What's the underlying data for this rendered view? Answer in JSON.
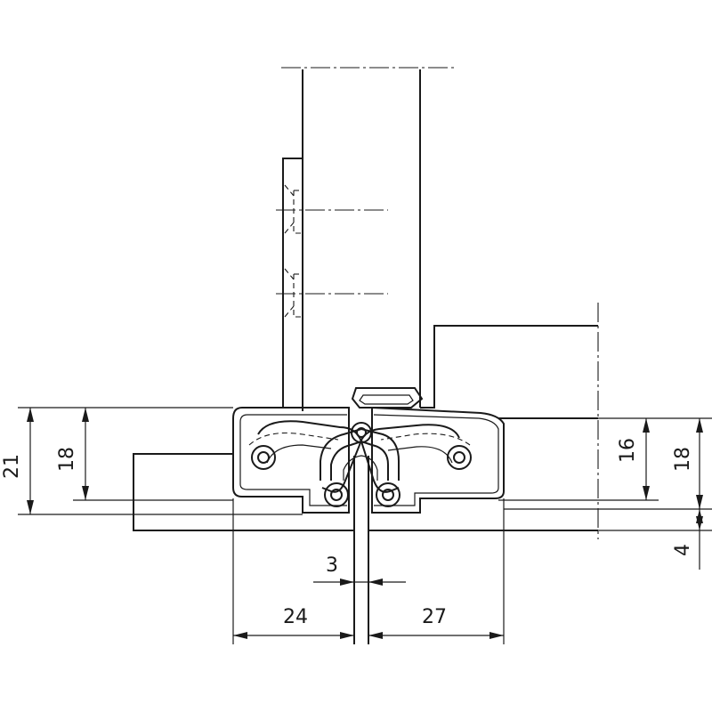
{
  "dimensions": {
    "total_height": "21",
    "left_leaf_height": "18",
    "right_body_16": "16",
    "right_frame_18": "18",
    "frame_offset": "4",
    "gap": "3",
    "left_width": "24",
    "right_width": "27"
  }
}
